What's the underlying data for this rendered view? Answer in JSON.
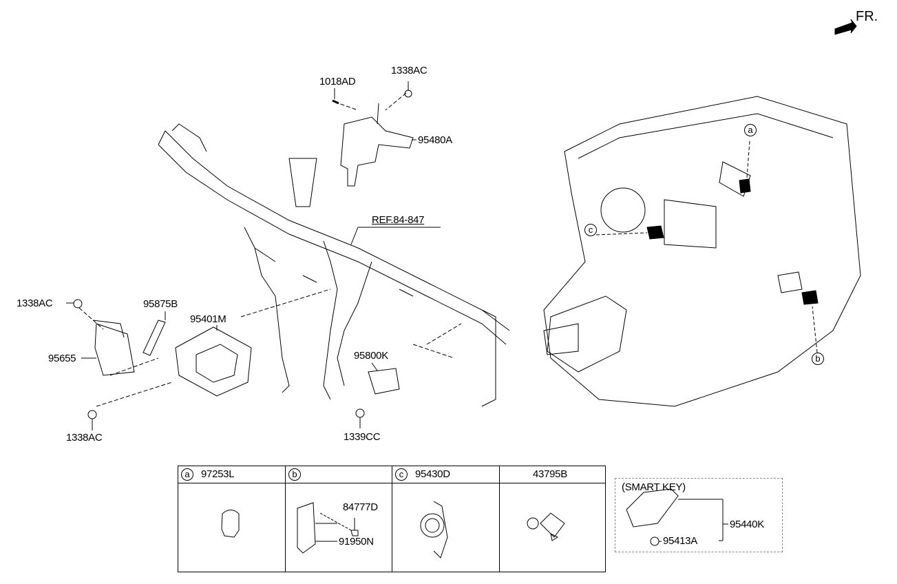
{
  "direction_indicator": {
    "label": "FR.",
    "icon": "arrow-front-icon"
  },
  "callouts": {
    "top_1338ac": "1338AC",
    "top_1018ad": "1018AD",
    "p95480a": "95480A",
    "ref": "REF.84-847",
    "left_1338ac": "1338AC",
    "p95875b": "95875B",
    "p95401m": "95401M",
    "p95655": "95655",
    "p95800k": "95800K",
    "bottom_1338ac": "1338AC",
    "p1339cc": "1339CC"
  },
  "location_markers": {
    "a": "a",
    "b": "b",
    "c": "c"
  },
  "parts_table": {
    "columns": [
      {
        "marker": "a",
        "part": "97253L"
      },
      {
        "marker": "b",
        "part": "",
        "sub_parts": [
          "84777D",
          "91950N"
        ]
      },
      {
        "marker": "c",
        "part": "95430D"
      },
      {
        "marker": "",
        "part": "43795B"
      }
    ]
  },
  "smart_key": {
    "title": "(SMART KEY)",
    "parts": [
      "95440K",
      "95413A"
    ]
  }
}
